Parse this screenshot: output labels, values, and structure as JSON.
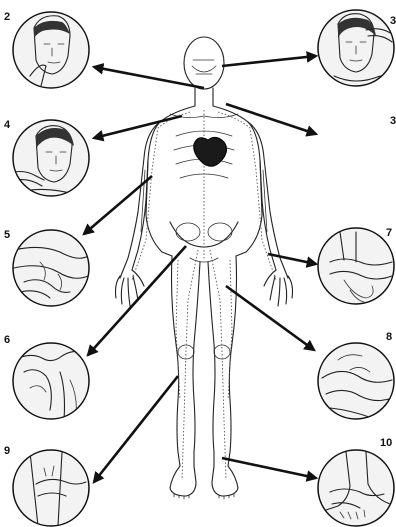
{
  "labels": {
    "n2": "2",
    "n3": "3",
    "n4": "4",
    "n5": "5",
    "n6": "6",
    "n7": "7",
    "n8": "8",
    "n9": "9",
    "n10": "10"
  },
  "icons": {
    "body": "human-lymphatic-figure",
    "heart": "heart",
    "arrow": "arrow-pointer"
  }
}
